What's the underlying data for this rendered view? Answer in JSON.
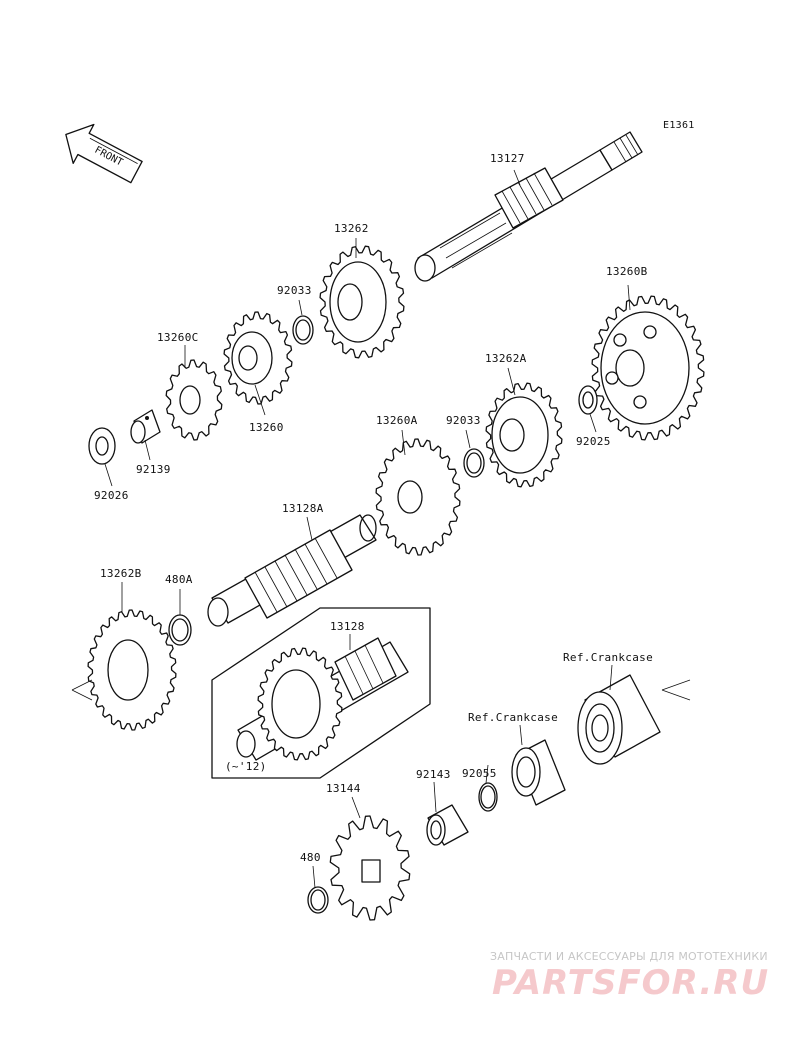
{
  "diagram": {
    "code": "E1361",
    "front_arrow_label": "FRONT",
    "parts": {
      "p13127": "13127",
      "p13262": "13262",
      "p92033a": "92033",
      "p13260C": "13260C",
      "p13260": "13260",
      "p13260B": "13260B",
      "p13262A": "13262A",
      "p92033b": "92033",
      "p92025": "92025",
      "p13260A": "13260A",
      "p92139": "92139",
      "p92026": "92026",
      "p13128A": "13128A",
      "p13262B": "13262B",
      "p480A": "480A",
      "p13128": "13128",
      "p92143": "92143",
      "p92055": "92055",
      "p13144": "13144",
      "p480": "480"
    },
    "ref_crankcase_1": "Ref.Crankcase",
    "ref_crankcase_2": "Ref.Crankcase",
    "inset_note": "(~'12)"
  },
  "watermark": {
    "text_top": "ЗАПЧАСТИ И АКСЕССУАРЫ ДЛЯ МОТОТЕХНИКИ",
    "logo": "PARTSFOR.RU",
    "logo_color": "#f5c9cc"
  }
}
